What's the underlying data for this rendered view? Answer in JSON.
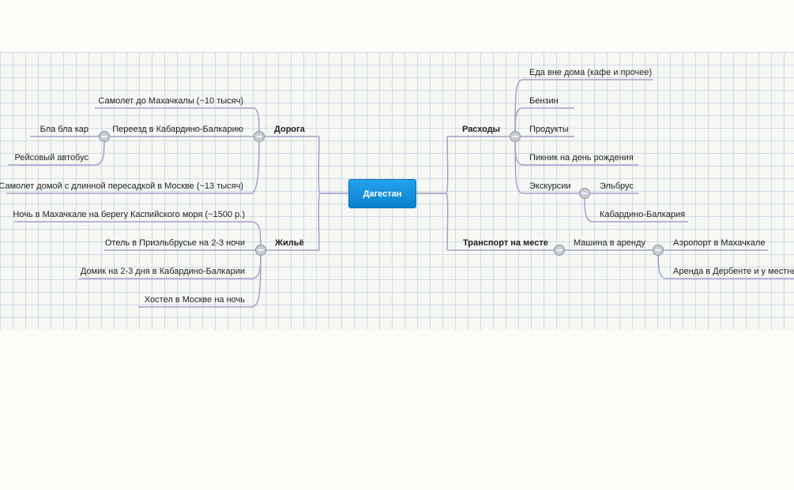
{
  "root": "Дагестан",
  "branches": {
    "doroga": {
      "label": "Дорога",
      "items": {
        "samolet_to": "Самолет до Махачкалы (~10 тысяч)",
        "pereezd": "Переезд в Кабардино-Балкарию",
        "bla": "Бла бла кар",
        "avtobus": "Рейсовый автобус",
        "samolet_home": "Самолет домой с длинной пересадкой в Москве (~13 тысяч)"
      }
    },
    "zhilye": {
      "label": "Жильё",
      "items": {
        "noch": "Ночь в Махачкале на берегу Каспийского моря (~1500 р.)",
        "otel": "Отель в Приэльбрусье на 2-3 ночи",
        "domik": "Домик на 2-3 дня в Кабардино-Балкарии",
        "hostel": "Хостел в Москве на ночь"
      }
    },
    "raskhody": {
      "label": "Расходы",
      "items": {
        "eda": "Еда вне дома (кафе и прочее)",
        "benzin": "Бензин",
        "produkty": "Продукты",
        "piknik": "Пикник на день рождения",
        "ekskursii": "Экскурсии",
        "elbrus": "Эльбрус",
        "kbr": "Кабардино-Балкария"
      }
    },
    "transport": {
      "label": "Транспорт на месте",
      "items": {
        "mashina": "Машина в аренду",
        "aeroport": "Аэропорт в Махачкале",
        "arenda": "Аренда в Дербенте и у местных"
      }
    }
  },
  "colors": {
    "connector": "#a89ec9",
    "root_bg": "#1a92de",
    "grid": "#aac8e1"
  }
}
